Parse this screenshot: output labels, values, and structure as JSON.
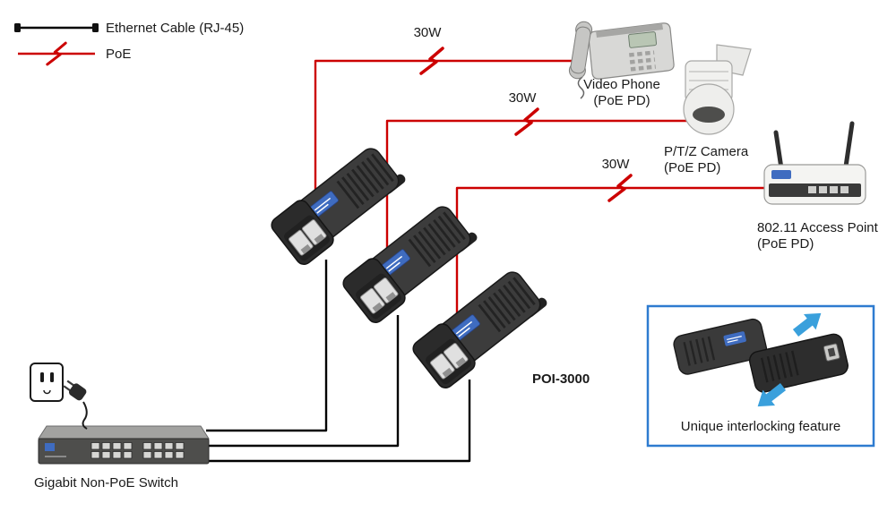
{
  "legend": {
    "ethernet_label": "Ethernet Cable (RJ-45)",
    "poe_label": "PoE"
  },
  "connections": {
    "watts": [
      "30W",
      "30W",
      "30W"
    ]
  },
  "devices": {
    "video_phone": {
      "name": "Video Phone",
      "sub": "(PoE PD)"
    },
    "ptz_camera": {
      "name": "P/T/Z Camera",
      "sub": "(PoE PD)"
    },
    "access_point": {
      "name": "802.11 Access Point",
      "sub": "(PoE PD)"
    },
    "injector_model": "POI-3000",
    "switch_label": "Gigabit Non-PoE Switch"
  },
  "callout": {
    "text": "Unique interlocking feature"
  },
  "colors": {
    "poe": "#cc0000",
    "ethernet": "#000000",
    "callout_border": "#2e7bd0",
    "arrow": "#3aa0dc"
  }
}
